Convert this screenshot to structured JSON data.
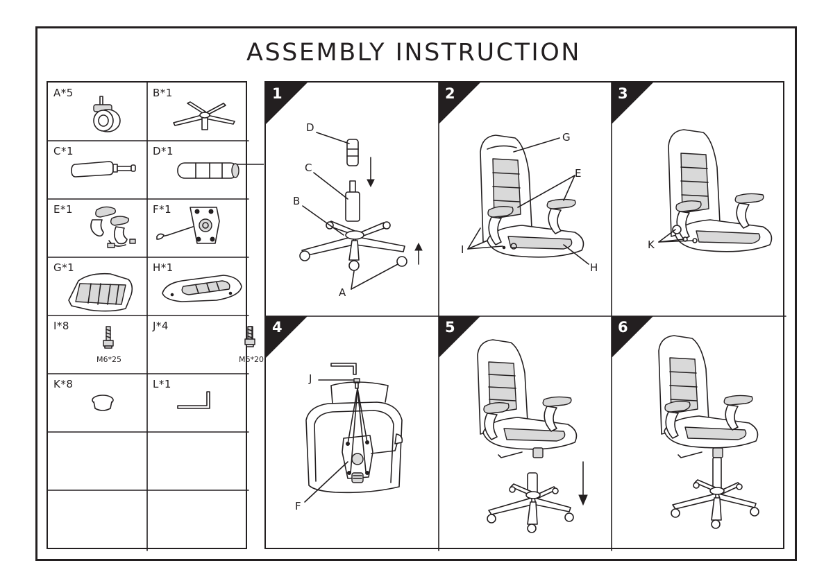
{
  "title": "ASSEMBLY INSTRUCTION",
  "parts": [
    {
      "label": "A*5",
      "icon": "caster-wheel-icon"
    },
    {
      "label": "B*1",
      "icon": "star-base-icon"
    },
    {
      "label": "C*1",
      "icon": "gas-cylinder-icon"
    },
    {
      "label": "D*1",
      "icon": "cylinder-cover-icon"
    },
    {
      "label": "E*1",
      "icon": "armrests-icon"
    },
    {
      "label": "F*1",
      "icon": "tilt-mechanism-icon"
    },
    {
      "label": "G*1",
      "icon": "backrest-icon"
    },
    {
      "label": "H*1",
      "icon": "seat-cushion-icon"
    },
    {
      "label": "I*8",
      "icon": "bolt-icon",
      "spec": "M6*25"
    },
    {
      "label": "J*4",
      "icon": "bolt-icon",
      "spec": "M6*20"
    },
    {
      "label": "K*8",
      "icon": "bolt-cap-icon"
    },
    {
      "label": "L*1",
      "icon": "allen-key-icon"
    },
    {
      "label": "",
      "icon": ""
    },
    {
      "label": "",
      "icon": ""
    },
    {
      "label": "",
      "icon": ""
    },
    {
      "label": "",
      "icon": ""
    }
  ],
  "steps": [
    {
      "number": "1",
      "callouts": {
        "d": "D",
        "c": "C",
        "b": "B",
        "a": "A"
      }
    },
    {
      "number": "2",
      "callouts": {
        "g": "G",
        "e": "E",
        "i": "I",
        "h": "H"
      }
    },
    {
      "number": "3",
      "callouts": {
        "k": "K"
      }
    },
    {
      "number": "4",
      "callouts": {
        "j": "J",
        "f": "F"
      }
    },
    {
      "number": "5",
      "callouts": {}
    },
    {
      "number": "6",
      "callouts": {}
    }
  ],
  "colors": {
    "line": "#231f20",
    "fill": "#d9d9d9",
    "background": "#ffffff"
  }
}
